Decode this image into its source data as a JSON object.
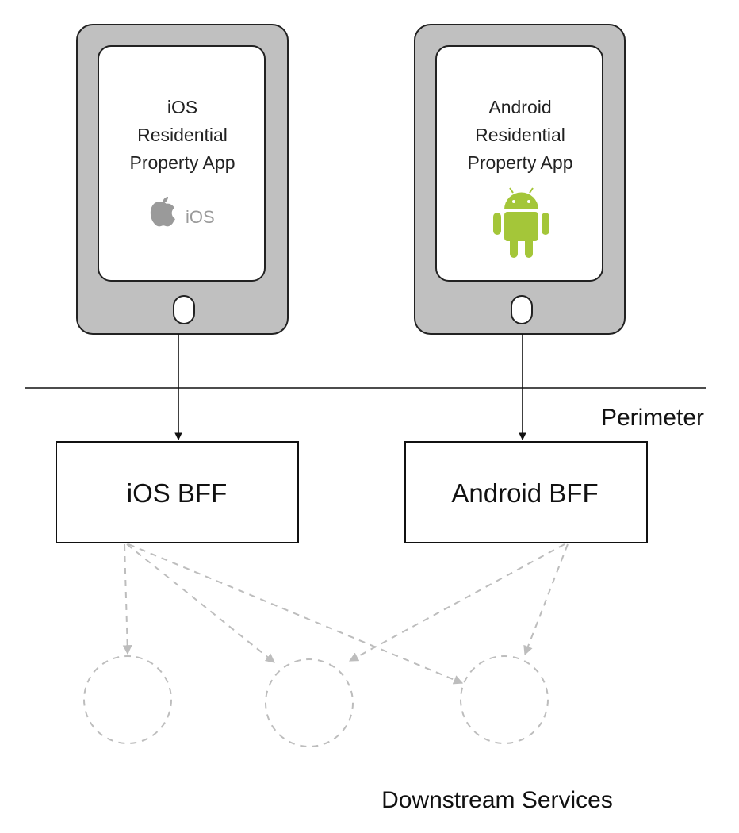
{
  "diagram": {
    "devices": [
      {
        "id": "ios",
        "title_lines": [
          "iOS",
          "Residential",
          "Property App"
        ],
        "logo": "apple-ios-logo",
        "logo_text": "iOS"
      },
      {
        "id": "android",
        "title_lines": [
          "Android",
          "Residential",
          "Property App"
        ],
        "logo": "android-robot-logo",
        "logo_color": "#a4c639"
      }
    ],
    "boundary": {
      "label": "Perimeter"
    },
    "bffs": [
      {
        "id": "ios-bff",
        "label": "iOS BFF"
      },
      {
        "id": "android-bff",
        "label": "Android BFF"
      }
    ],
    "downstream": {
      "label": "Downstream Services",
      "service_count": 3
    },
    "connections": [
      {
        "from": "iOS Residential Property App",
        "to": "iOS BFF",
        "style": "solid"
      },
      {
        "from": "Android Residential Property App",
        "to": "Android BFF",
        "style": "solid"
      },
      {
        "from": "iOS BFF",
        "to": "service-1",
        "style": "dashed"
      },
      {
        "from": "iOS BFF",
        "to": "service-2",
        "style": "dashed"
      },
      {
        "from": "iOS BFF",
        "to": "service-3",
        "style": "dashed"
      },
      {
        "from": "Android BFF",
        "to": "service-2",
        "style": "dashed"
      },
      {
        "from": "Android BFF",
        "to": "service-3",
        "style": "dashed"
      }
    ],
    "colors": {
      "device_frame": "#c0c0c0",
      "line": "#111111",
      "dashed": "#bdbdbd",
      "android_green": "#a4c639",
      "apple_gray": "#9a9a9a"
    }
  }
}
